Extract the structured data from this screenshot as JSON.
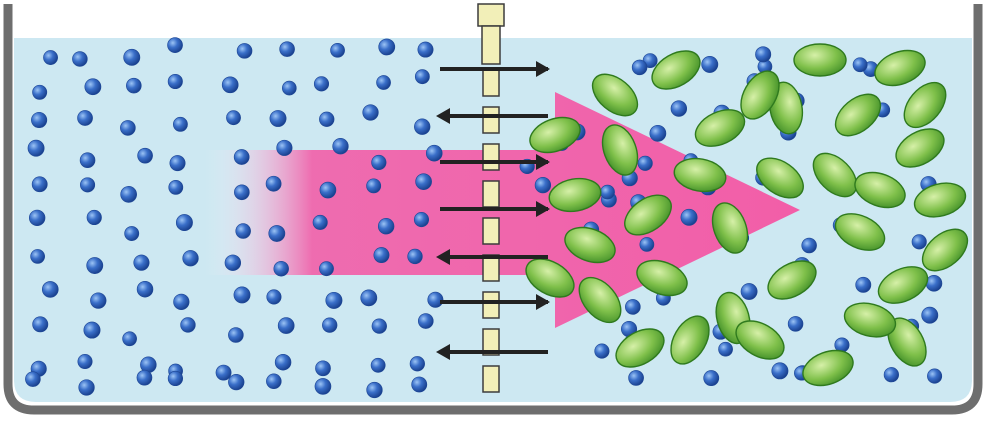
{
  "colors": {
    "background": "#ffffff",
    "water": "#cde8f2",
    "container": "#6e6e6e",
    "solvent_particle": "#3a6fc9",
    "solute_particle_fill": "#7fc04a",
    "solute_particle_edge": "#2f7a1e",
    "net_flow_arrow": "#f25ea8",
    "membrane_fill": "#f2efb8",
    "membrane_edge": "#3c3c3c",
    "diffusion_arrow": "#222222"
  },
  "icons": {
    "container": "beaker-tank-icon",
    "membrane": "semipermeable-membrane-icon",
    "net_flow": "net-flow-arrow-icon",
    "solvent": "water-molecule-icon",
    "solute": "solute-particle-icon",
    "diffusion": "two-way-diffusion-arrow-icon"
  },
  "diagram": {
    "diffusion_arrow_directions": [
      "right",
      "left",
      "right",
      "right",
      "left",
      "right",
      "left"
    ],
    "solvent_particle_count_left": 99,
    "solvent_particle_count_right": 62,
    "solute_particle_count_right": 35
  }
}
